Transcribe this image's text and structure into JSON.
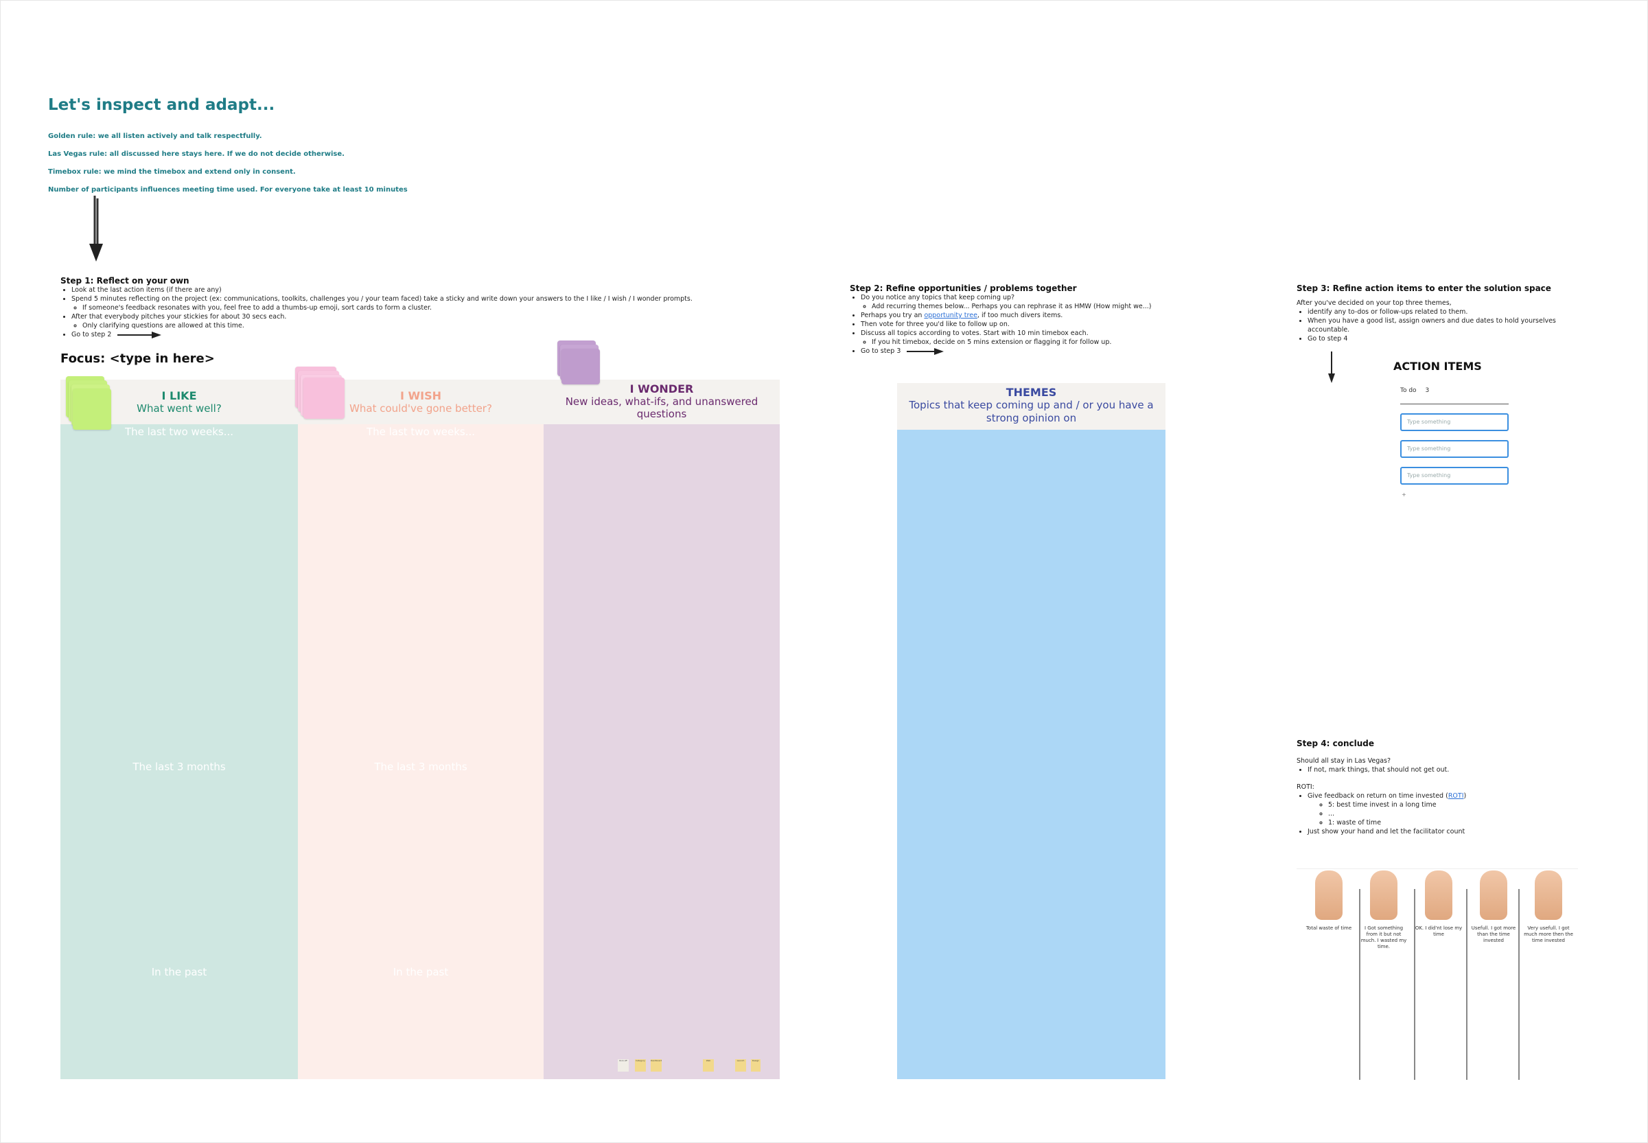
{
  "intro": {
    "title": "Let's inspect and adapt...",
    "rules": [
      "Golden rule: we all listen actively and talk respectfully.",
      "Las Vegas rule: all discussed here stays here. If we do not decide otherwise.",
      "Timebox rule: we mind the timebox and extend only in consent.",
      "Number of participants influences meeting time used. For everyone take at least 10 minutes"
    ]
  },
  "step1": {
    "title": "Step 1: Reflect on your own",
    "b1": "Look at the last action items (if there are any)",
    "b2": "Spend 5 minutes reflecting on the project (ex: communications, toolkits, challenges you / your team faced) take a sticky and write down your answers to the I like / I wish / I wonder prompts.",
    "b2a": "If someone's feedback resonates with you, feel free to add a thumbs-up emoji, sort cards to form a cluster.",
    "b3": "After that everybody pitches your stickies for about 30 secs each.",
    "b3a": "Only clarifying questions are allowed at this time.",
    "b4": "Go to step 2"
  },
  "focus": "Focus: <type in here>",
  "columns": {
    "like": {
      "title": "I LIKE",
      "subtitle": "What went well?",
      "color": "#1e8a6e",
      "bg": "#cfe7e1"
    },
    "wish": {
      "title": "I WISH",
      "subtitle": "What could've gone better?",
      "color": "#f2a38b",
      "bg": "#fdeeea"
    },
    "wonder": {
      "title": "I WONDER",
      "subtitle": "New ideas, what-ifs, and unanswered questions",
      "color": "#6a2a6e",
      "bg": "#e4d5e2"
    }
  },
  "periods": [
    "The last two weeks...",
    "The last 3 months",
    "In the past"
  ],
  "step2": {
    "title": "Step 2: Refine opportunities / problems together",
    "b1": "Do you notice any topics that keep coming up?",
    "b1a": "Add recurring themes below... Perhaps you can rephrase it as HMW (How might we...)",
    "b2_pre": "Perhaps you try an ",
    "b2_link": "opportunity tree",
    "b2_post": ", if too much divers items.",
    "b3": "Then vote for three you'd like to follow up on.",
    "b4": "Discuss all topics according to votes. Start with 10 min timebox each.",
    "b4a": "If you hit timebox, decide on 5 mins extension or flagging it for follow up.",
    "b5": "Go to step 3"
  },
  "themes": {
    "title": "THEMES",
    "subtitle": "Topics that keep coming up and / or you have a strong opinion on",
    "color": "#3a4aa0",
    "bg": "#acd7f6"
  },
  "step3": {
    "title": "Step 3: Refine action items to enter the solution space",
    "intro": "After you've decided on your top three themes,",
    "b1": "identify any to-dos or follow-ups related to them.",
    "b2": "When you have a good list, assign owners and due dates to hold yourselves accountable.",
    "b3": "Go to step 4"
  },
  "action_items": {
    "title": "ACTION ITEMS",
    "todo_label": "To do",
    "todo_count": "3",
    "placeholder": "Type something",
    "add": "+"
  },
  "step4": {
    "title": "Step 4: conclude",
    "line1": "Should all stay in Las Vegas?",
    "b1": "If not, mark things, that should not get out.",
    "roti_label": "ROTI:",
    "b2_pre": "Give feedback on return on time invested (",
    "b2_link": "ROTI",
    "b2_post": ")",
    "b2a": "5: best time invest in a long time",
    "b2b": "...",
    "b2c": "1: waste of time",
    "b3": "Just show your hand and let the facilitator count"
  },
  "roti_hands": [
    "Total waste of time",
    "I Got something from it but not much. I wasted my time.",
    "OK. I did'nt lose my time",
    "Usefull. I got more than the time invested",
    "Very usefull. I got much more then the time invested"
  ],
  "mini_notes": [
    "Kick-off",
    "Category",
    "Dashboard",
    "Web",
    "Launch",
    "Design"
  ]
}
